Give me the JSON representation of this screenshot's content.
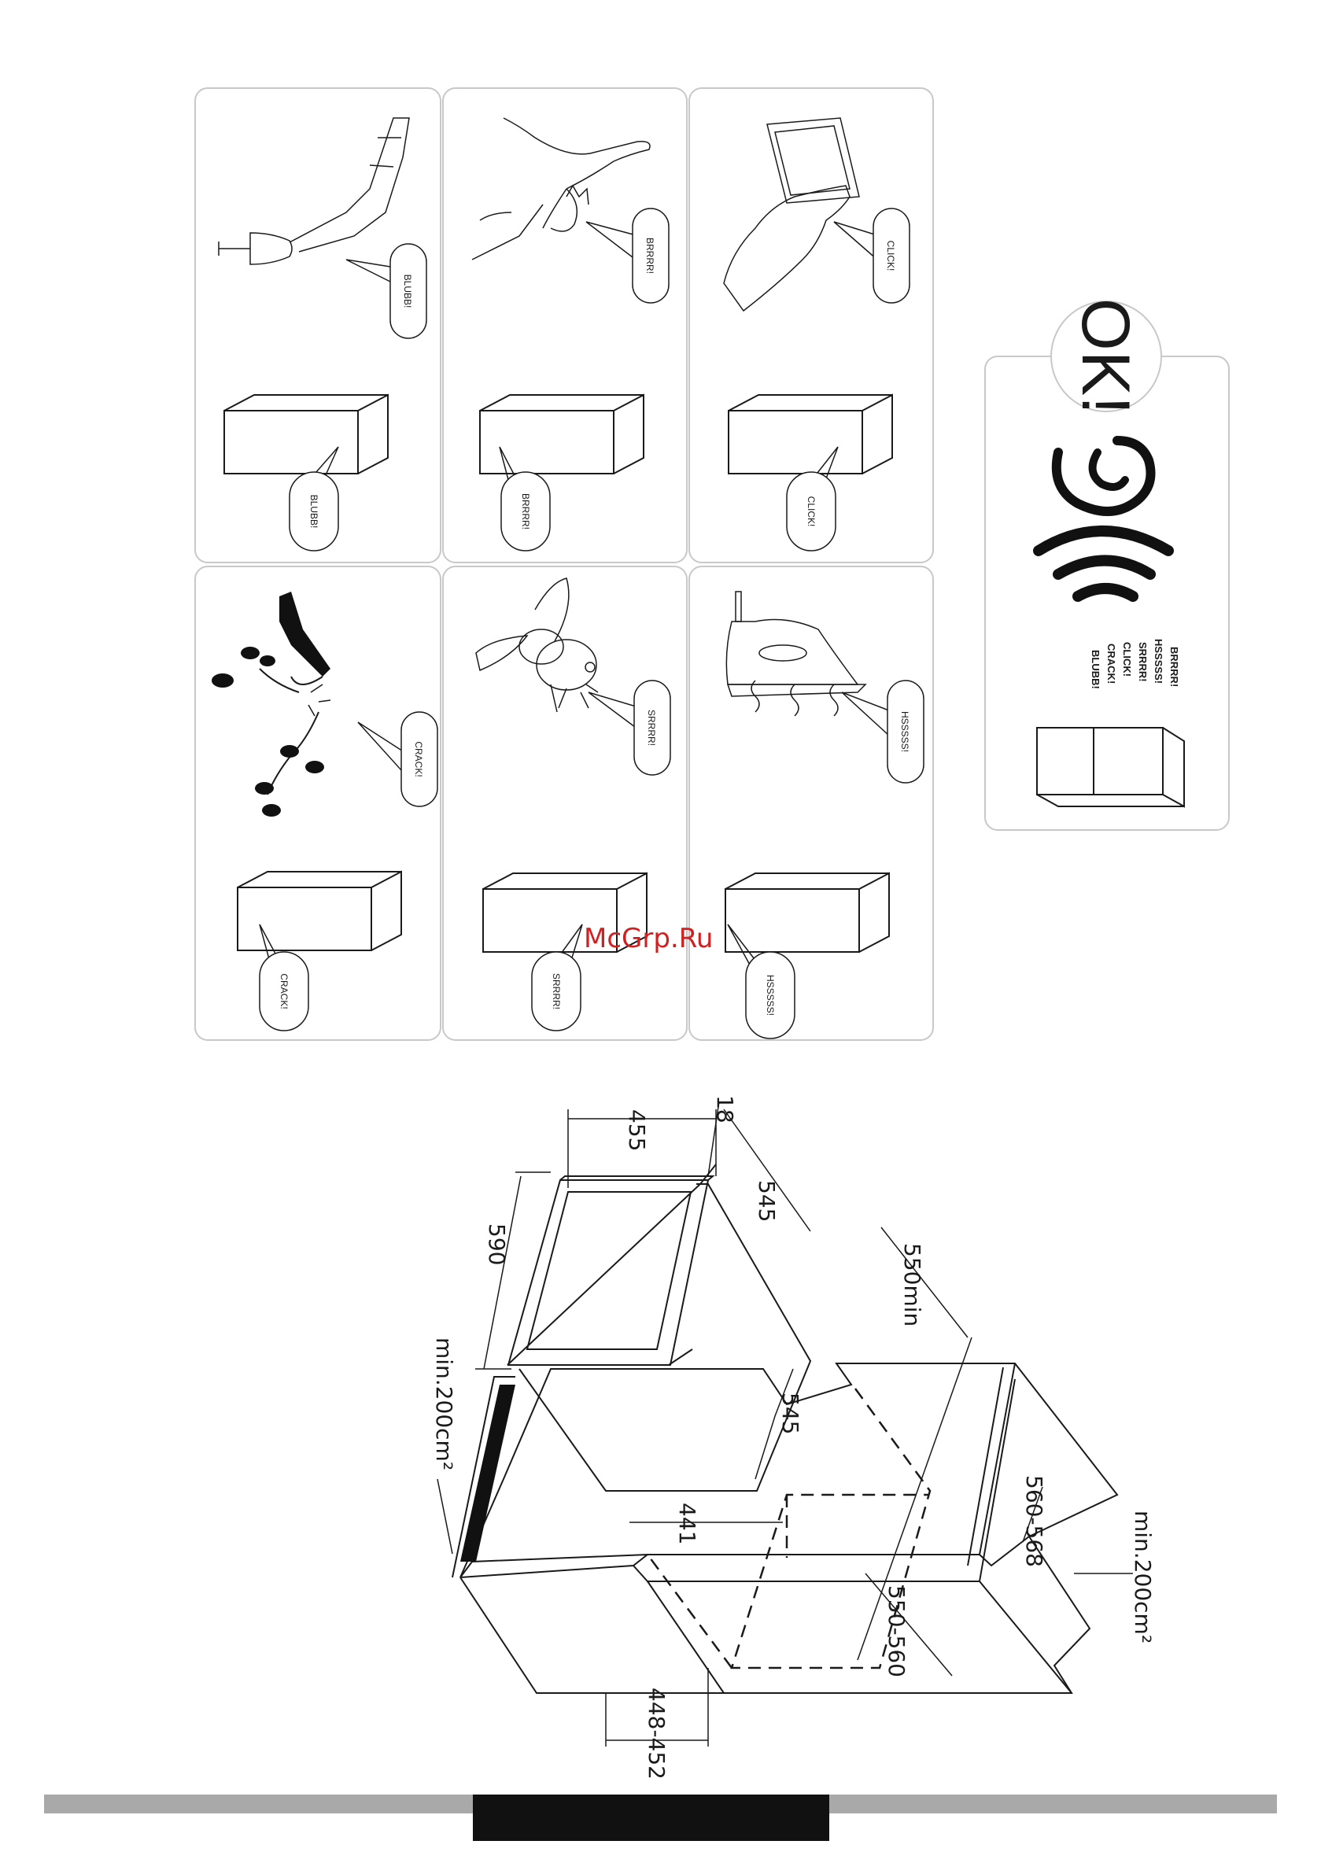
{
  "colors": {
    "watermark": "#d21f1f",
    "footer_bar": "#a9a9a9",
    "footer_block": "#111111",
    "panel_border": "#c8c8c8"
  },
  "noise_panels": {
    "row_upper": [
      {
        "icon": "wine-glass-pour-icon",
        "object_sound": "BLUBB!",
        "box_sound": "BLUBB!"
      },
      {
        "icon": "cat-jump-icon",
        "object_sound": "BRRRR!",
        "box_sound": "BRRRR!"
      },
      {
        "icon": "finger-click-icon",
        "object_sound": "CLICK!",
        "box_sound": "CLICK!"
      }
    ],
    "row_lower": [
      {
        "icon": "tree-branch-crack-icon",
        "object_sound": "CRACK!",
        "box_sound": "CRACK!"
      },
      {
        "icon": "fly-insect-icon",
        "object_sound": "SRRRR!",
        "box_sound": "SRRRR!"
      },
      {
        "icon": "steam-iron-icon",
        "object_sound": "HSSSSS!",
        "box_sound": "HSSSSS!"
      }
    ]
  },
  "legend_panel": {
    "ok_label": "OK!",
    "sounds": [
      "BRRRR!",
      "HSSSSS!",
      "SRRRR!",
      "CLICK!",
      "CRACK!",
      "BLUBB!"
    ]
  },
  "watermark": "McGrp.Ru",
  "dimensions": {
    "d455": "455",
    "d18": "18",
    "d590": "590",
    "d545_top": "545",
    "d550min": "550min",
    "vent_left": "min.200cm²",
    "d545_mid": "545",
    "d441": "441",
    "d560_568": "560-568",
    "vent_right": "min.200cm²",
    "d550_560": "550-560",
    "d448_452": "448-452"
  },
  "footer_text": " "
}
